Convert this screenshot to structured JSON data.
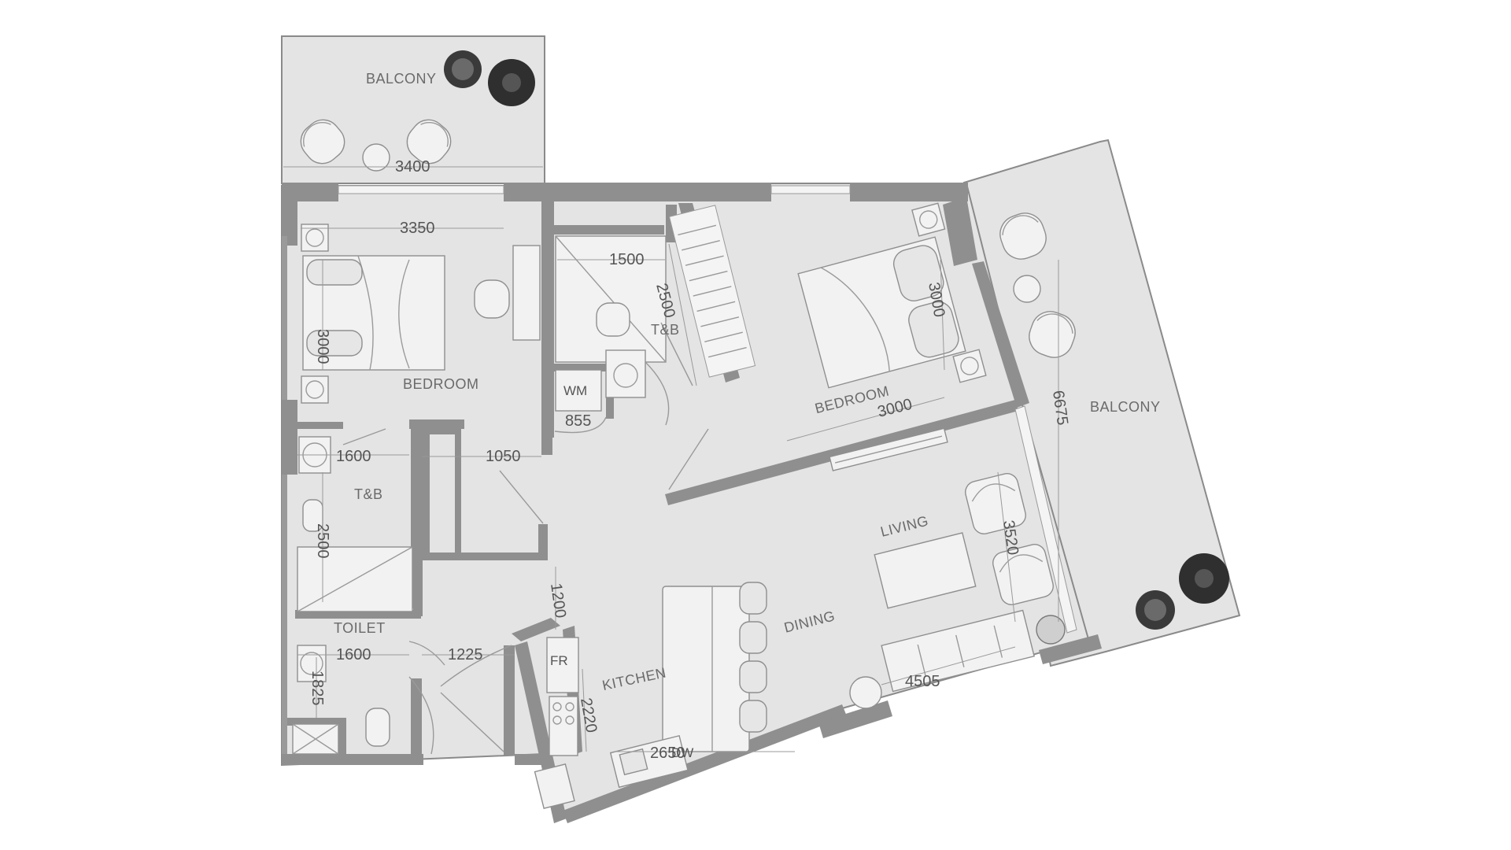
{
  "rooms": {
    "balcony_top": "BALCONY",
    "balcony_right": "BALCONY",
    "bedroom_left": "BEDROOM",
    "bedroom_right": "BEDROOM",
    "tb_left": "T&B",
    "tb_center": "T&B",
    "toilet": "TOILET",
    "kitchen": "KITCHEN",
    "dining": "DINING",
    "living": "LIVING"
  },
  "fixtures": {
    "washing_machine": "WM",
    "fridge": "FR",
    "dishwasher": "DW"
  },
  "dimensions": {
    "balcony_top_width": "3400",
    "bedroom_left_width": "3350",
    "bedroom_left_depth": "3000",
    "tb_center_width": "1500",
    "tb_center_depth": "2500",
    "bedroom_right_depth": "3000",
    "bedroom_right_width": "3000",
    "wm_width": "855",
    "corridor_width": "1050",
    "tb_left_width": "1600",
    "tb_left_depth": "2500",
    "hall_width": "1200",
    "toilet_width": "1600",
    "entry_width": "1225",
    "toilet_depth": "1825",
    "kitchen_depth": "2220",
    "kitchen_width": "2650",
    "living_width": "4505",
    "living_depth": "3520",
    "balcony_right_length": "6675"
  },
  "colors": {
    "floor": "#e4e4e4",
    "wall": "#8f8f8f",
    "background": "#ffffff"
  }
}
